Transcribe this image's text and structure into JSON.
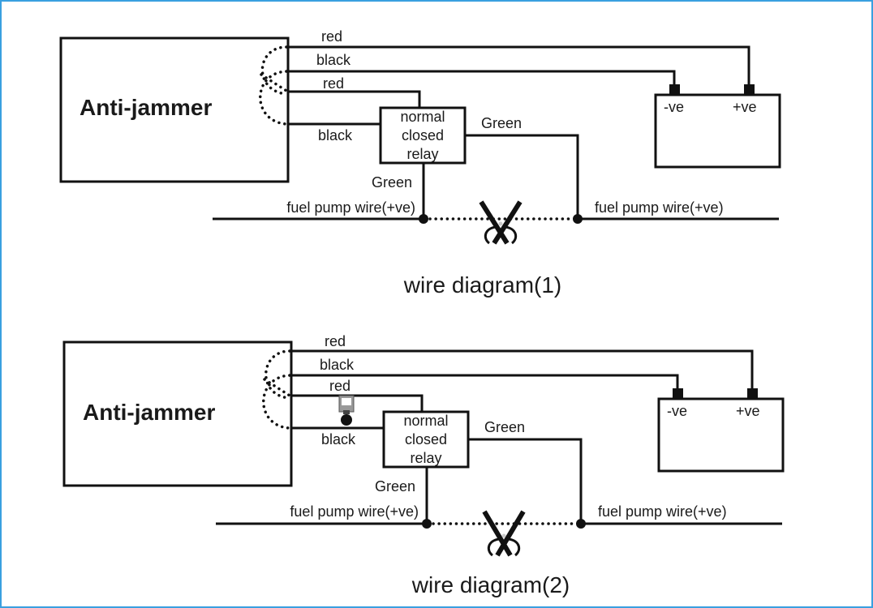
{
  "diagrams": [
    {
      "device_label": "Anti-jammer",
      "wire_labels": {
        "red_top": "red",
        "black_top": "black",
        "red_relay": "red",
        "black_relay": "black"
      },
      "relay_lines": [
        "normal",
        "closed",
        "relay"
      ],
      "green_out": "Green",
      "green_down": "Green",
      "battery": {
        "neg": "-ve",
        "pos": "+ve"
      },
      "fuel_left": "fuel pump wire(+ve)",
      "fuel_right": "fuel pump wire(+ve)",
      "caption": "wire diagram(1)",
      "has_switch": false
    },
    {
      "device_label": "Anti-jammer",
      "wire_labels": {
        "red_top": "red",
        "black_top": "black",
        "red_relay": "red",
        "black_relay": "black"
      },
      "relay_lines": [
        "normal",
        "closed",
        "relay"
      ],
      "green_out": "Green",
      "green_down": "Green",
      "battery": {
        "neg": "-ve",
        "pos": "+ve"
      },
      "fuel_left": "fuel pump wire(+ve)",
      "fuel_right": "fuel pump wire(+ve)",
      "caption": "wire diagram(2)",
      "has_switch": true
    }
  ],
  "colors": {
    "frame": "#3aa0e0",
    "ink": "#111111"
  }
}
